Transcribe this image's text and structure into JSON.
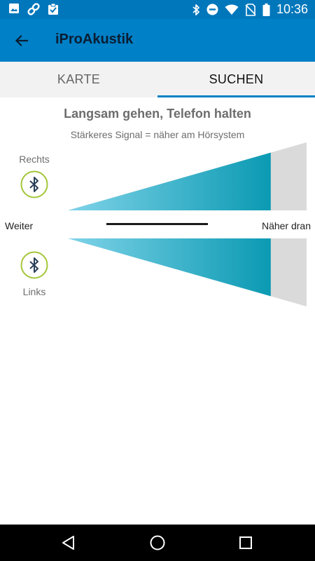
{
  "status_bar": {
    "time": "10:36",
    "left_icons": [
      "image-icon",
      "link-icon",
      "clipboard-check-icon"
    ],
    "right_icons": [
      "bluetooth-icon",
      "do-not-disturb-icon",
      "wifi-icon",
      "no-sim-icon",
      "battery-icon"
    ]
  },
  "app_bar": {
    "title": "iProAkustik",
    "back_icon": "arrow-back-icon"
  },
  "tabs": [
    {
      "label": "KARTE",
      "active": false
    },
    {
      "label": "SUCHEN",
      "active": true
    }
  ],
  "search": {
    "headline": "Langsam gehen, Telefon halten",
    "subline": "Stärkeres Signal = näher am Hörsystem",
    "right_label": "Rechts",
    "left_label": "Links",
    "far_label": "Weiter",
    "near_label": "Näher dran",
    "right_signal_fraction": 0.85,
    "left_signal_fraction": 0.85
  },
  "colors": {
    "status_bar": "#0077bb",
    "app_bar": "#0080c6",
    "tab_indicator": "#0080c6",
    "wedge_light": "#7fd3e8",
    "wedge_dark": "#0b9ab3",
    "wedge_remaining": "#dadada",
    "bt_ring": "#a4c639",
    "bt_symbol": "#2a3f5a"
  },
  "nav_bar": {
    "icons": [
      "back-triangle-icon",
      "home-circle-icon",
      "recents-square-icon"
    ]
  }
}
